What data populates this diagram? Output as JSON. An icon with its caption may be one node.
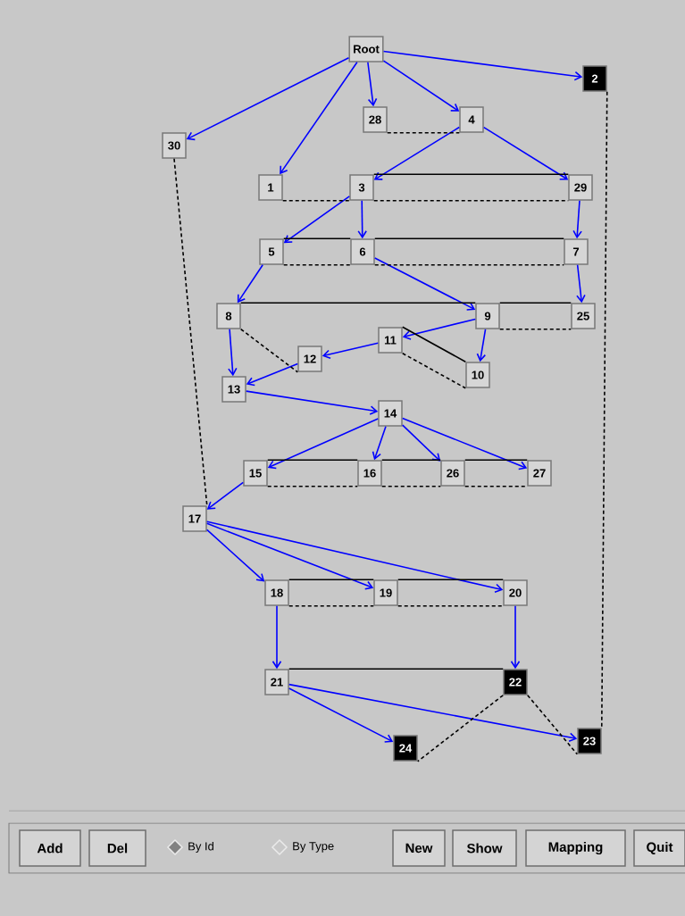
{
  "diagram": {
    "nodes": [
      {
        "text": [
          "Root"
        ]
      },
      {
        "text": [
          "2"
        ]
      },
      {
        "text": [
          "30"
        ]
      },
      {
        "text": [
          "28"
        ]
      },
      {
        "text": [
          "4"
        ]
      },
      {
        "text": [
          "1"
        ]
      },
      {
        "text": [
          "3"
        ]
      },
      {
        "text": [
          "29"
        ]
      },
      {
        "text": [
          "5"
        ]
      },
      {
        "text": [
          "6"
        ]
      },
      {
        "text": [
          "7"
        ]
      },
      {
        "text": [
          "8"
        ]
      },
      {
        "text": [
          "9"
        ]
      },
      {
        "text": [
          "25"
        ]
      },
      {
        "text": [
          "11"
        ]
      },
      {
        "text": [
          "12"
        ]
      },
      {
        "text": [
          "10"
        ]
      },
      {
        "text": [
          "13"
        ]
      },
      {
        "text": [
          "14"
        ]
      },
      {
        "text": [
          "15"
        ]
      },
      {
        "text": [
          "16"
        ]
      },
      {
        "text": [
          "26"
        ]
      },
      {
        "text": [
          "27"
        ]
      },
      {
        "text": [
          "17"
        ]
      },
      {
        "text": [
          "18"
        ]
      },
      {
        "text": [
          "19"
        ]
      },
      {
        "text": [
          "20"
        ]
      },
      {
        "text": [
          "21"
        ]
      },
      {
        "text": [
          "22"
        ]
      },
      {
        "text": [
          "24"
        ]
      },
      {
        "text": [
          "23"
        ]
      }
    ],
    "edges": [
      {
        "from": 0,
        "to": 2,
        "arrow": "to"
      },
      {
        "from": 0,
        "to": 5,
        "arrow": "to"
      },
      {
        "from": 0,
        "to": 3,
        "arrow": "to"
      },
      {
        "from": 0,
        "to": 4,
        "arrow": "to"
      },
      {
        "from": 0,
        "to": 1,
        "arrow": "to"
      },
      {
        "from": 4,
        "to": 6,
        "arrow": "to"
      },
      {
        "from": 4,
        "to": 7,
        "arrow": "to"
      },
      {
        "from": 6,
        "to": 8,
        "arrow": "to"
      },
      {
        "from": 6,
        "to": 9,
        "arrow": "to"
      },
      {
        "from": 7,
        "to": 10,
        "arrow": "to"
      },
      {
        "from": 8,
        "to": 11,
        "arrow": "to"
      },
      {
        "from": 9,
        "to": 12,
        "arrow": "to"
      },
      {
        "from": 10,
        "to": 13,
        "arrow": "to"
      },
      {
        "from": 11,
        "to": 17,
        "arrow": "to"
      },
      {
        "from": 12,
        "to": 14,
        "arrow": "to"
      },
      {
        "from": 12,
        "to": 16,
        "arrow": "to"
      },
      {
        "from": 14,
        "to": 15,
        "arrow": "to"
      },
      {
        "from": 15,
        "to": 17,
        "arrow": "to"
      },
      {
        "from": 17,
        "to": 18,
        "arrow": "to"
      },
      {
        "from": 18,
        "to": 19,
        "arrow": "to"
      },
      {
        "from": 18,
        "to": 20,
        "arrow": "to"
      },
      {
        "from": 18,
        "to": 21,
        "arrow": "to"
      },
      {
        "from": 18,
        "to": 22,
        "arrow": "to"
      },
      {
        "from": 19,
        "to": 23,
        "arrow": "to"
      },
      {
        "from": 23,
        "to": 24,
        "arrow": "to"
      },
      {
        "from": 23,
        "to": 25,
        "arrow": "to"
      },
      {
        "from": 23,
        "to": 26,
        "arrow": "to"
      },
      {
        "from": 24,
        "to": 27,
        "arrow": "to"
      },
      {
        "from": 26,
        "to": 28,
        "arrow": "to"
      },
      {
        "from": 27,
        "to": 29,
        "arrow": "to"
      },
      {
        "from": 27,
        "to": 30,
        "arrow": "to"
      },
      {
        "from": 6,
        "to": 7,
        "arrow": "none",
        "color": "#000000"
      },
      {
        "from": 8,
        "to": 9,
        "arrow": "none",
        "color": "#000000"
      },
      {
        "from": 9,
        "to": 10,
        "arrow": "none",
        "color": "#000000"
      },
      {
        "from": 11,
        "to": 12,
        "arrow": "none",
        "color": "#000000"
      },
      {
        "from": 12,
        "to": 13,
        "arrow": "none",
        "color": "#000000"
      },
      {
        "from": 14,
        "to": 16,
        "arrow": "none",
        "color": "#000000"
      },
      {
        "from": 19,
        "to": 20,
        "arrow": "none",
        "color": "#000000"
      },
      {
        "from": 20,
        "to": 21,
        "arrow": "none",
        "color": "#000000"
      },
      {
        "from": 21,
        "to": 22,
        "arrow": "none",
        "color": "#000000"
      },
      {
        "from": 24,
        "to": 25,
        "arrow": "none",
        "color": "#000000"
      },
      {
        "from": 25,
        "to": 26,
        "arrow": "none",
        "color": "#000000"
      },
      {
        "from": 27,
        "to": 28,
        "arrow": "none",
        "color": "#000000"
      },
      {
        "from": 3,
        "to": 4,
        "arrow": "none",
        "style": "dashed",
        "color": "#000000"
      },
      {
        "from": 5,
        "to": 6,
        "arrow": "none",
        "style": "dashed",
        "color": "#000000"
      },
      {
        "from": 6,
        "to": 7,
        "arrow": "none",
        "style": "dashed",
        "color": "#000000"
      },
      {
        "from": 8,
        "to": 9,
        "arrow": "none",
        "style": "dashed",
        "color": "#000000"
      },
      {
        "from": 9,
        "to": 10,
        "arrow": "none",
        "style": "dashed",
        "color": "#000000"
      },
      {
        "from": 12,
        "to": 13,
        "arrow": "none",
        "style": "dashed",
        "color": "#000000"
      },
      {
        "from": 11,
        "to": 15,
        "arrow": "none",
        "style": "dashed",
        "color": "#000000"
      },
      {
        "from": 14,
        "to": 16,
        "arrow": "none",
        "style": "dashed",
        "color": "#000000"
      },
      {
        "from": 19,
        "to": 20,
        "arrow": "none",
        "style": "dashed",
        "color": "#000000"
      },
      {
        "from": 20,
        "to": 21,
        "arrow": "none",
        "style": "dashed",
        "color": "#000000"
      },
      {
        "from": 21,
        "to": 22,
        "arrow": "none",
        "style": "dashed",
        "color": "#000000"
      },
      {
        "from": 24,
        "to": 25,
        "arrow": "none",
        "style": "dashed",
        "color": "#000000"
      },
      {
        "from": 25,
        "to": 26,
        "arrow": "none",
        "style": "dashed",
        "color": "#000000"
      },
      {
        "from": 28,
        "to": 29,
        "arrow": "none",
        "style": "dashed",
        "color": "#000000"
      },
      {
        "from": 28,
        "to": 30,
        "arrow": "none",
        "style": "dashed",
        "color": "#000000"
      },
      {
        "from": 2,
        "to": 23,
        "arrow": "none",
        "style": "dashed",
        "color": "#000000"
      },
      {
        "from": 1,
        "to": 30,
        "arrow": "none",
        "style": "dashed",
        "color": "#000000"
      }
    ],
    "labels": [
      "Add",
      "Del",
      "By Id",
      "By Type",
      "New",
      "Show",
      "Mapping",
      "Quit"
    ]
  }
}
